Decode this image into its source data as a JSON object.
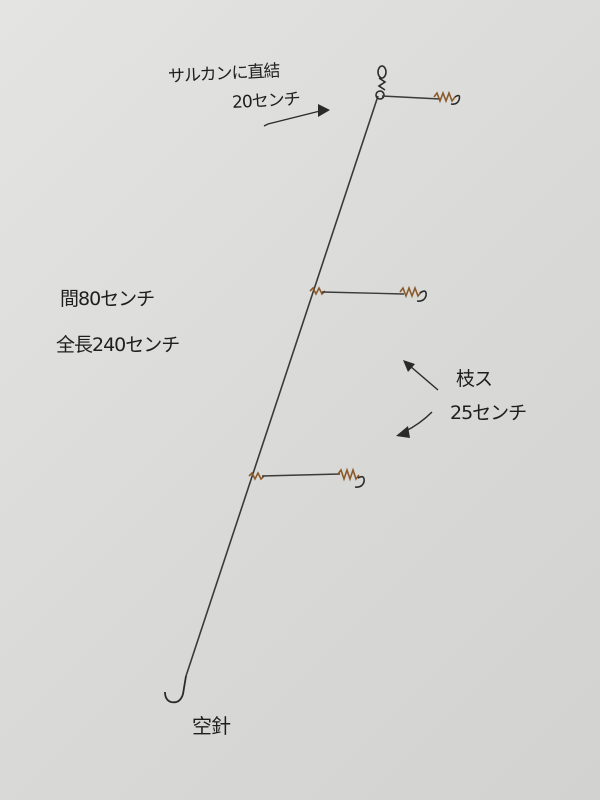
{
  "notes": {
    "swivel_direct": "サルカンに直結",
    "swivel_length": "20センチ",
    "spacing": "間80センチ",
    "total_length": "全長240センチ",
    "branch_label": "枝ス",
    "branch_length": "25センチ",
    "hook_label": "空針"
  },
  "colors": {
    "paper": "#dcdcda",
    "ink": "#1e1e1e",
    "wire": "#3a3a3a",
    "knot": "#8a5a2b"
  },
  "icons": [
    "swivel-icon",
    "hook-icon",
    "arrow-icon"
  ]
}
